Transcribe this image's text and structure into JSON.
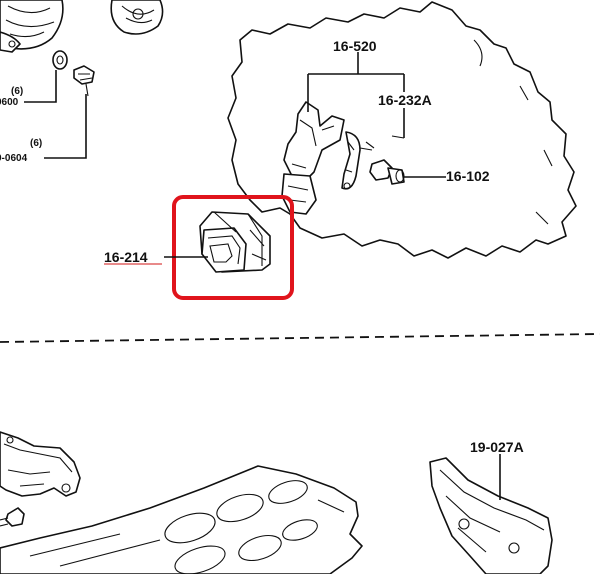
{
  "diagram": {
    "labels": {
      "p16_520": "16-520",
      "p16_232a": "16-232A",
      "p16_102": "16-102",
      "p16_214": "16-214",
      "p19_027a": "19-027A",
      "left_top_qty": "(6)",
      "left_top_code": "0600",
      "left_bottom_qty": "(6)",
      "left_bottom_code": "0-0604"
    },
    "highlight_color": "#e0141c",
    "underline_color": "#e88a8a"
  }
}
